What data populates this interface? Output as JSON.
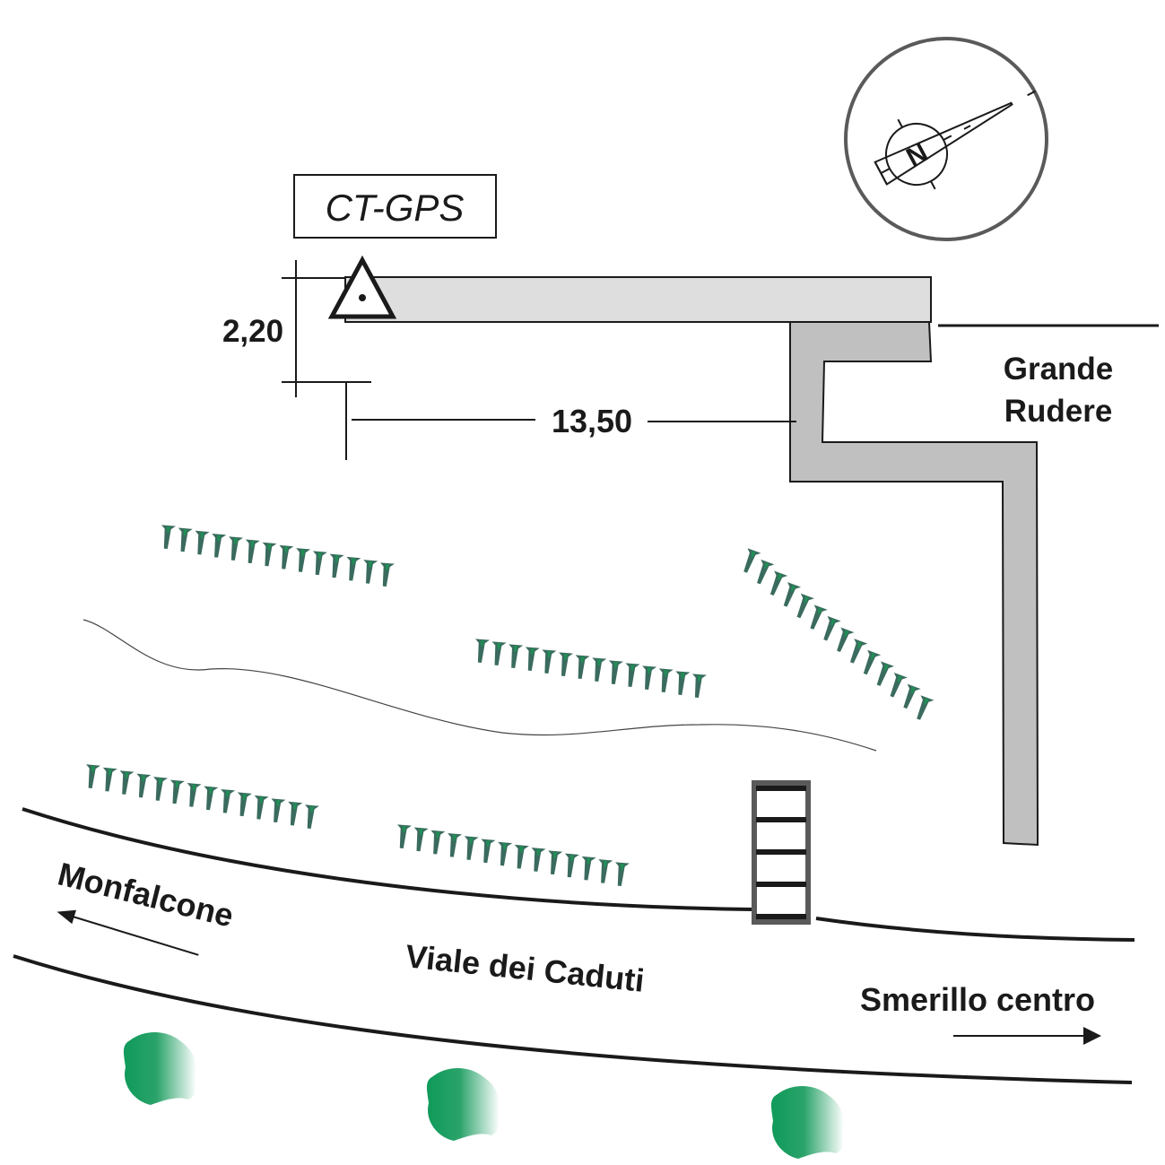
{
  "station": {
    "label": "CT-GPS",
    "symbol": "survey-point-triangle"
  },
  "dimensions": {
    "vertical": "2,20",
    "horizontal": "13,50"
  },
  "building": {
    "name_line1": "Grande",
    "name_line2": "Rudere",
    "wall_fill": "#c0c0c0",
    "slab_fill": "#dedede"
  },
  "road": {
    "name": "Viale dei Caduti",
    "west_direction": "Monfalcone",
    "east_direction": "Smerillo centro"
  },
  "compass": {
    "label": "N",
    "icon": "north-arrow"
  },
  "vegetation": {
    "hedge_color": "#3a6b5e",
    "hedge_highlight": "#1f8f55",
    "tree_color": "#0f9a5a",
    "hedge_rows": 5,
    "trees": 3
  },
  "features": {
    "steps": "stairs"
  }
}
